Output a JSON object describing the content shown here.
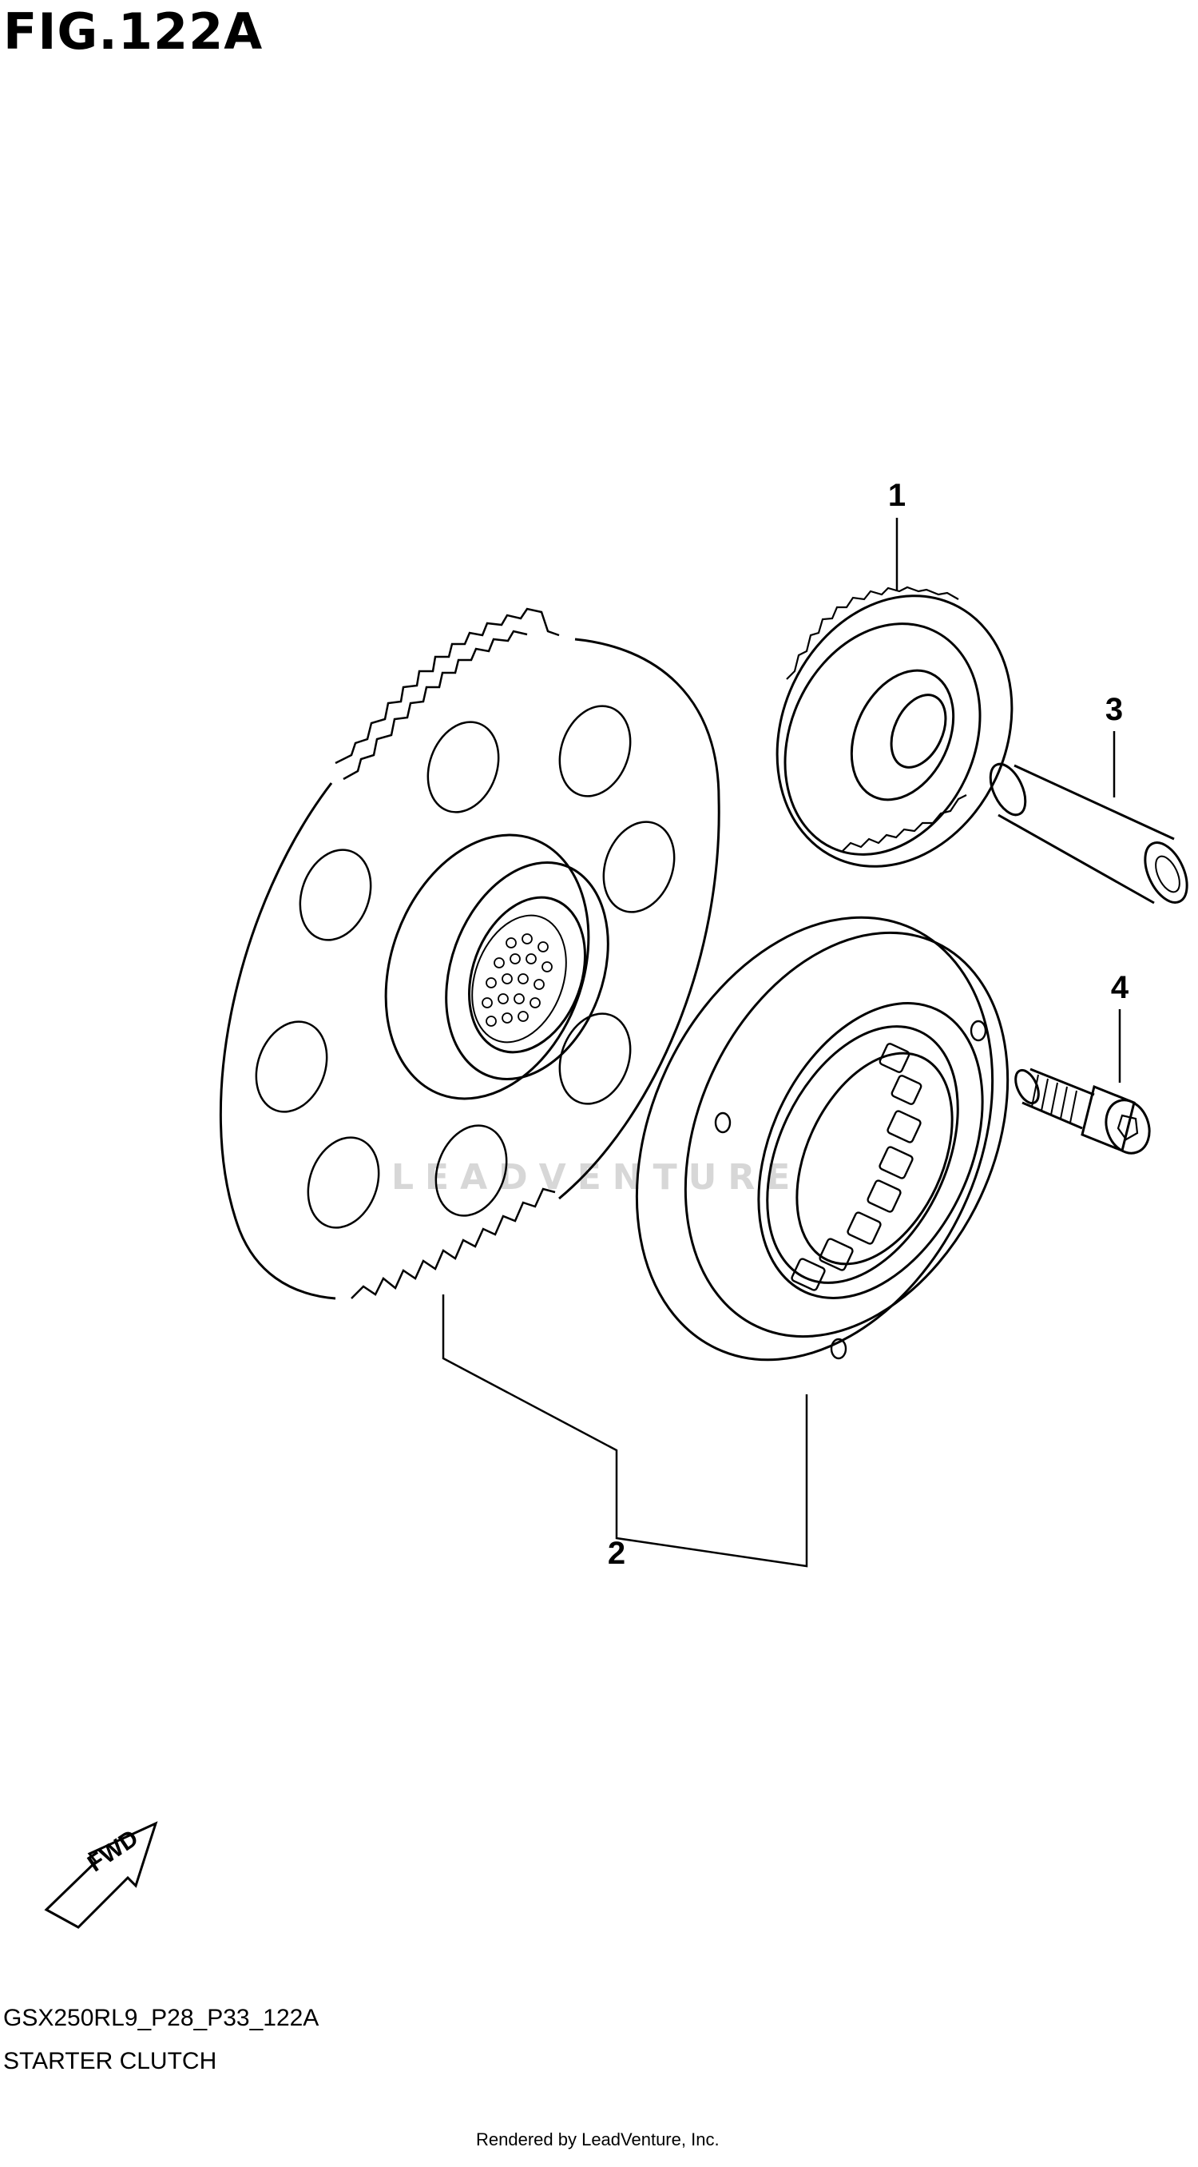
{
  "figure": {
    "title": "FIG.122A",
    "code": "GSX250RL9_P28_P33_122A",
    "name": "STARTER CLUTCH"
  },
  "callouts": [
    {
      "id": "1",
      "label": "1"
    },
    {
      "id": "2",
      "label": "2"
    },
    {
      "id": "3",
      "label": "3"
    },
    {
      "id": "4",
      "label": "4"
    }
  ],
  "direction_badge": {
    "label": "FWD"
  },
  "watermark": {
    "text": "LEADVENTURE"
  },
  "credit": "Rendered by LeadVenture, Inc.",
  "colors": {
    "line": "#000000",
    "watermark": "#d7d7d7"
  }
}
